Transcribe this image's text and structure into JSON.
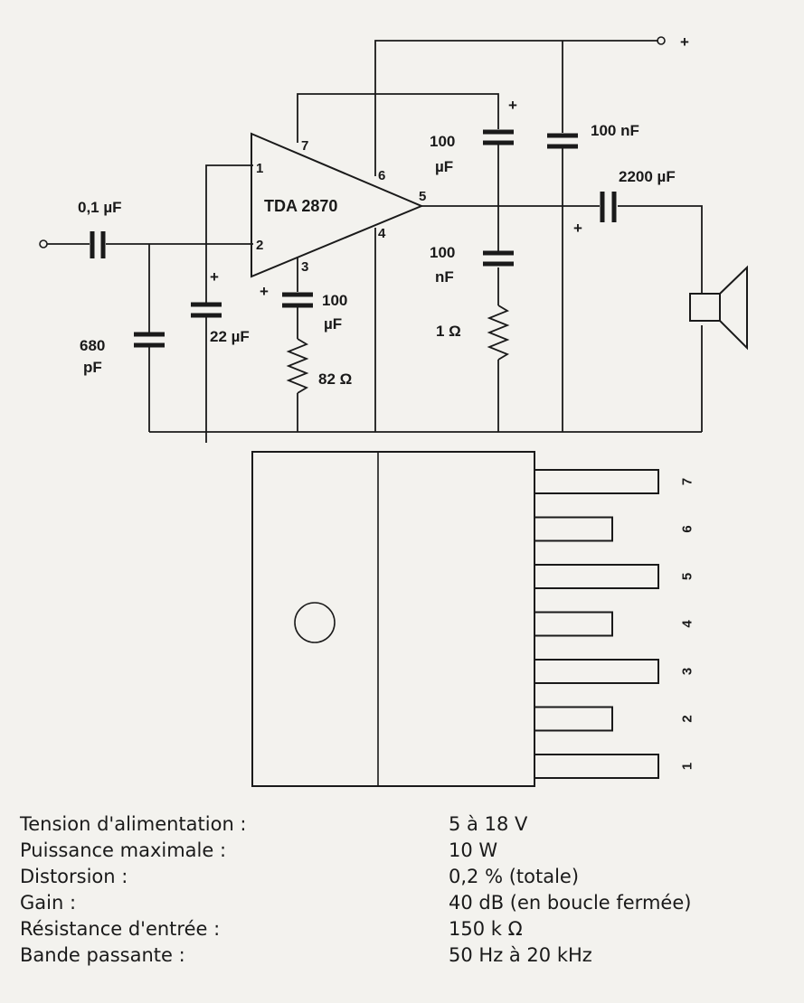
{
  "schematic": {
    "chip_label": "TDA 2870",
    "pins": {
      "p1": "1",
      "p2": "2",
      "p3": "3",
      "p4": "4",
      "p5": "5",
      "p6": "6",
      "p7": "7"
    },
    "supply_plus": "+",
    "components": {
      "c_in": "0,1 µF",
      "c_680_top": "680",
      "c_680_unit": "pF",
      "c_22": "22 µF",
      "c_22_plus": "+",
      "c_100u_a_top": "100",
      "c_100u_a_unit": "µF",
      "c_100u_a_plus": "+",
      "r_82": "82  Ω",
      "c_100u_b_top": "100",
      "c_100u_b_unit": "µF",
      "c_100u_b_plus": "+",
      "c_100n_top": "100",
      "c_100n_unit": "nF",
      "r_1": "1  Ω",
      "c_100n_right": "100 nF",
      "c_2200": "2200 µF",
      "c_2200_plus": "+"
    }
  },
  "package": {
    "pins": [
      "7",
      "6",
      "5",
      "4",
      "3",
      "2",
      "1"
    ]
  },
  "specs": [
    {
      "label": "Tension d'alimentation :",
      "value": "5 à 18 V"
    },
    {
      "label": "Puissance maximale :",
      "value": "10 W"
    },
    {
      "label": "Distorsion :",
      "value": "0,2 % (totale)"
    },
    {
      "label": "Gain :",
      "value": "40 dB (en boucle fermée)"
    },
    {
      "label": "Résistance d'entrée :",
      "value": "150 k Ω"
    },
    {
      "label": "Bande passante :",
      "value": "50 Hz à 20 kHz"
    }
  ]
}
